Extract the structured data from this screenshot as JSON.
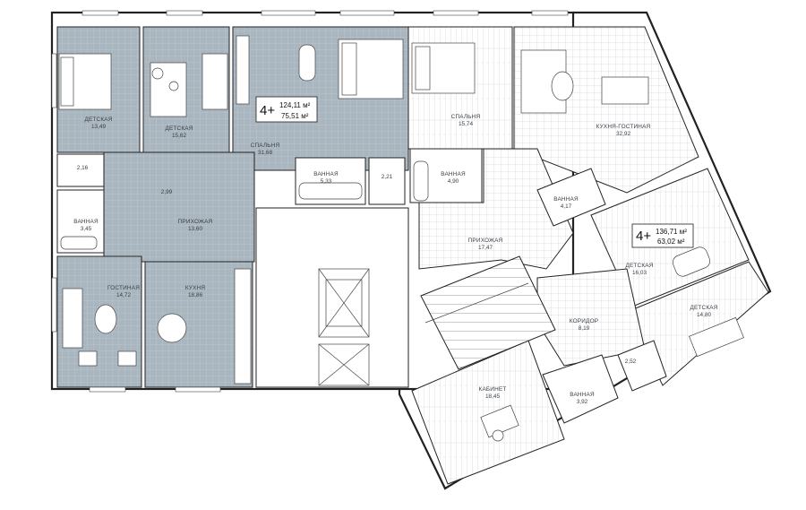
{
  "apartments": [
    {
      "rooms": "4+",
      "total_area": "124,11 м²",
      "living_area": "75,51 м²"
    },
    {
      "rooms": "4+",
      "total_area": "136,71 м²",
      "living_area": "63,02 м²"
    }
  ],
  "rooms": [
    {
      "name": "ДЕТСКАЯ",
      "area": "13,49"
    },
    {
      "name": "ДЕТСКАЯ",
      "area": "15,62"
    },
    {
      "name": "СПАЛЬНЯ",
      "area": "31,68"
    },
    {
      "name": "СПАЛЬНЯ",
      "area": "15,74"
    },
    {
      "name": "КУХНЯ-ГОСТИНАЯ",
      "area": "32,92"
    },
    {
      "name": "",
      "area": "2,16"
    },
    {
      "name": "",
      "area": "2,99"
    },
    {
      "name": "ВАННАЯ",
      "area": "5,33"
    },
    {
      "name": "",
      "area": "2,21"
    },
    {
      "name": "ВАННАЯ",
      "area": "4,90"
    },
    {
      "name": "ВАННАЯ",
      "area": "3,45"
    },
    {
      "name": "ПРИХОЖАЯ",
      "area": "13,60"
    },
    {
      "name": "ВАННАЯ",
      "area": "4,17"
    },
    {
      "name": "ПРИХОЖАЯ",
      "area": "17,47"
    },
    {
      "name": "ГОСТИНАЯ",
      "area": "14,72"
    },
    {
      "name": "КУХНЯ",
      "area": "18,86"
    },
    {
      "name": "ДЕТСКАЯ",
      "area": "16,03"
    },
    {
      "name": "ДЕТСКАЯ",
      "area": "14,80"
    },
    {
      "name": "КОРИДОР",
      "area": "8,19"
    },
    {
      "name": "",
      "area": "2,52"
    },
    {
      "name": "ВАННАЯ",
      "area": "3,92"
    },
    {
      "name": "КАБИНЕТ",
      "area": "18,45"
    }
  ]
}
